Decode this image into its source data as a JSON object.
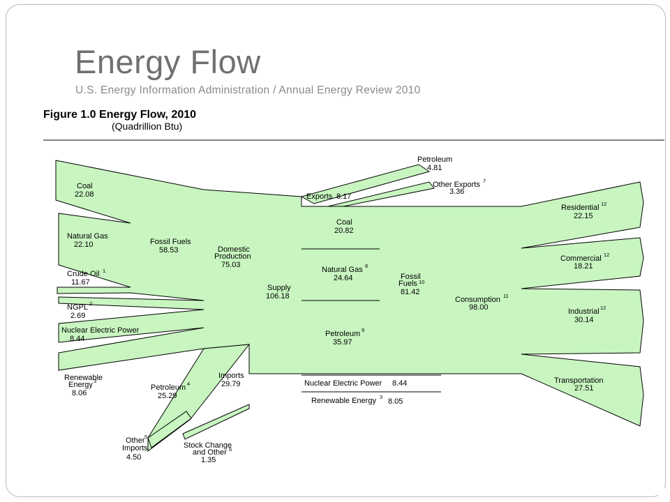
{
  "slide": {
    "title": "Energy Flow",
    "subtitle": "U.S. Energy Information Administration / Annual Energy Review 2010"
  },
  "figure": {
    "title": "Figure 1.0  Energy Flow, 2010",
    "units": "(Quadrillion Btu)",
    "flow_color": "#c8f5c0"
  },
  "labels": {
    "coal_src": {
      "name": "Coal",
      "value": "22.08"
    },
    "natural_gas_src": {
      "name": "Natural Gas",
      "value": "22.10"
    },
    "crude_oil": {
      "name": "Crude Oil",
      "sup": "1",
      "value": "11.67"
    },
    "ngpl": {
      "name": "NGPL",
      "sup": "2",
      "value": "2.69"
    },
    "nuclear_src": {
      "name": "Nuclear Electric Power",
      "value": "8.44"
    },
    "renewable_src": {
      "line1": "Renewable",
      "line2": "Energy",
      "sup": "3",
      "value": "8.06"
    },
    "fossil_fuels_prod": {
      "name": "Fossil Fuels",
      "value": "58.53"
    },
    "domestic_production": {
      "line1": "Domestic",
      "line2": "Production",
      "value": "75.03"
    },
    "supply": {
      "name": "Supply",
      "value": "106.18"
    },
    "imports": {
      "name": "Imports",
      "value": "29.79"
    },
    "petroleum_imports": {
      "name": "Petroleum",
      "sup": "4",
      "value": "25.29"
    },
    "other_imports": {
      "line1": "Other",
      "line2": "Imports",
      "sup": "5",
      "value": "4.50"
    },
    "stock_change": {
      "line1": "Stock Change",
      "line2": "and Other",
      "sup": "6",
      "value": "1.35"
    },
    "exports": {
      "name": "Exports",
      "value": "8.17"
    },
    "petroleum_exports": {
      "name": "Petroleum",
      "value": "4.81"
    },
    "other_exports": {
      "name": "Other Exports",
      "sup": "7",
      "value": "3.36"
    },
    "coal_cons": {
      "name": "Coal",
      "value": "20.82"
    },
    "natural_gas_cons": {
      "name": "Natural Gas",
      "sup": "8",
      "value": "24.64"
    },
    "petroleum_cons": {
      "name": "Petroleum",
      "sup": "9",
      "value": "35.97"
    },
    "fossil_fuels_cons": {
      "line1": "Fossil",
      "line2": "Fuels",
      "sup": "10",
      "value": "81.42"
    },
    "nuclear_cons": {
      "name": "Nuclear Electric Power",
      "value": "8.44"
    },
    "renewable_cons": {
      "name": "Renewable Energy",
      "sup": "3",
      "value": "8.05"
    },
    "consumption": {
      "name": "Consumption",
      "sup": "11",
      "value": "98.00"
    },
    "residential": {
      "name": "Residential",
      "sup": "12",
      "value": "22.15"
    },
    "commercial": {
      "name": "Commercial",
      "sup": "12",
      "value": "18.21"
    },
    "industrial": {
      "name": "Industrial",
      "sup": "12",
      "value": "30.14"
    },
    "transportation": {
      "name": "Transportation",
      "value": "27.51"
    }
  }
}
